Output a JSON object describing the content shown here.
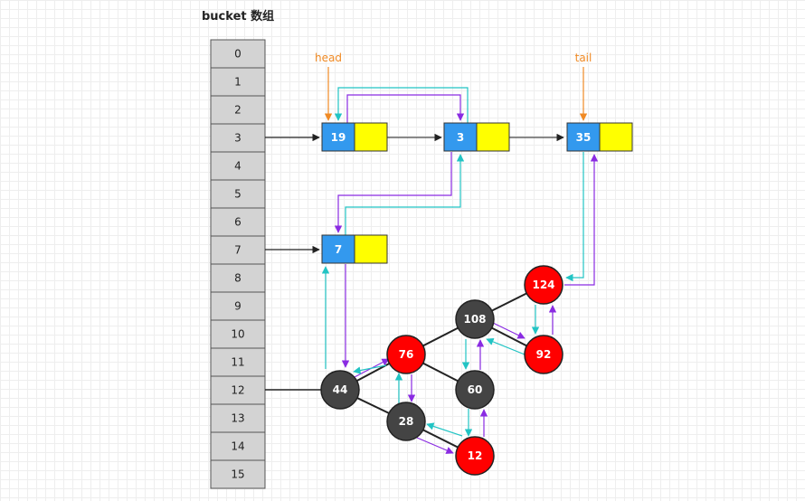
{
  "title": "bucket 数组",
  "bucket": {
    "indices": [
      "0",
      "1",
      "2",
      "3",
      "4",
      "5",
      "6",
      "7",
      "8",
      "9",
      "10",
      "11",
      "12",
      "13",
      "14",
      "15"
    ]
  },
  "pointers": {
    "head": "head",
    "tail": "tail"
  },
  "list_nodes": {
    "n19": "19",
    "n3": "3",
    "n35": "35",
    "n7": "7"
  },
  "tree_nodes": {
    "t44": {
      "label": "44",
      "color": "black"
    },
    "t76": {
      "label": "76",
      "color": "red"
    },
    "t108": {
      "label": "108",
      "color": "black"
    },
    "t124": {
      "label": "124",
      "color": "red"
    },
    "t92": {
      "label": "92",
      "color": "red"
    },
    "t60": {
      "label": "60",
      "color": "black"
    },
    "t28": {
      "label": "28",
      "color": "black"
    },
    "t12": {
      "label": "12",
      "color": "red"
    }
  },
  "colors": {
    "key": "#3399ee",
    "value": "#ffff00",
    "red_node": "#ff0000",
    "black_node": "#444444",
    "next_arrow": "#8a2be2",
    "prev_arrow": "#22c4c4",
    "head_tail_arrow": "#f08a24",
    "edge": "#222222"
  }
}
